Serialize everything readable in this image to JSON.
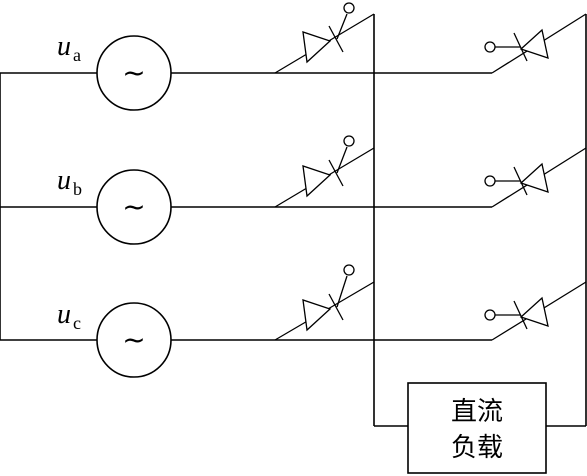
{
  "sources": [
    {
      "symbol": "u",
      "subscript": "a",
      "glyph": "~"
    },
    {
      "symbol": "u",
      "subscript": "b",
      "glyph": "~"
    },
    {
      "symbol": "u",
      "subscript": "c",
      "glyph": "~"
    }
  ],
  "load": {
    "line1": "直流",
    "line2": "负载"
  }
}
